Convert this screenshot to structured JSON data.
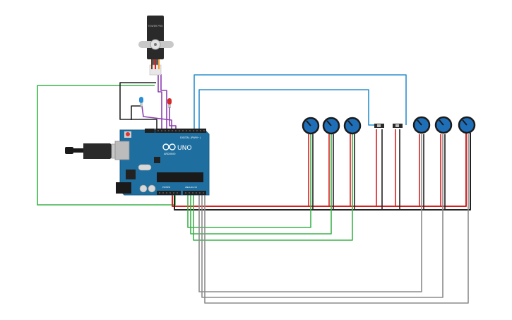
{
  "circuit": {
    "arduino": {
      "model_label": "UNO",
      "brand_label": "ARDUINO",
      "digital_label": "DIGITAL (PWM~)",
      "power_label": "POWER",
      "analog_label": "ANALOG IN",
      "body_color": "#1e6fa0",
      "header_color": "#1f1f1f"
    },
    "servo": {
      "model_label": "TOWER PRO",
      "body_color": "#2a2a2a",
      "horn_color": "#c8c8c8"
    },
    "leds": [
      {
        "name": "blue-led",
        "color": "#2a8fd4"
      },
      {
        "name": "red-led",
        "color": "#d42a2a"
      }
    ],
    "potentiometers": [
      {
        "name": "pot-1",
        "color": "#1f6fb8"
      },
      {
        "name": "pot-2",
        "color": "#1f6fb8"
      },
      {
        "name": "pot-3",
        "color": "#1f6fb8"
      },
      {
        "name": "pot-4",
        "color": "#1f6fb8"
      },
      {
        "name": "pot-5",
        "color": "#1f6fb8"
      },
      {
        "name": "pot-6",
        "color": "#1f6fb8"
      }
    ],
    "switches": [
      {
        "name": "switch-1"
      },
      {
        "name": "switch-2"
      }
    ],
    "wire_colors": {
      "power": "#d62020",
      "ground": "#222222",
      "signal": "#3bb34a",
      "analog": "#8c8c8c",
      "control": "#2b8fcc",
      "servo_signal": "#8b3fae"
    }
  }
}
